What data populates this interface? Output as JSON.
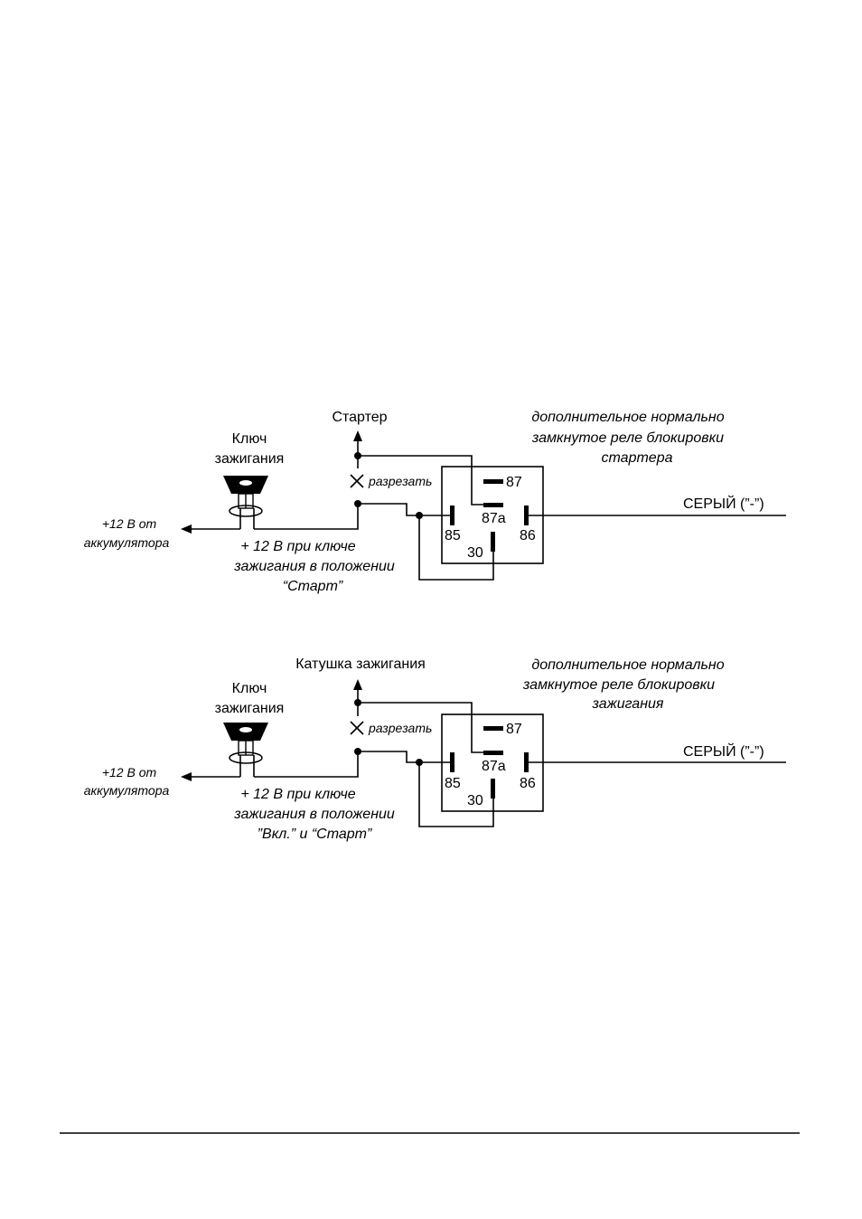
{
  "diagram1": {
    "key_label_1": "Ключ",
    "key_label_2": "зажигания",
    "battery_1": "+12 В от",
    "battery_2": "аккумулятора",
    "target": "Стартер",
    "cut": "разрезать",
    "relay_desc_1": "дополнительное нормально",
    "relay_desc_2": "замкнутое реле блокировки",
    "relay_desc_3": "стартера",
    "note_1": "+ 12 В при ключе",
    "note_2": "зажигания в положении",
    "note_3": "“Старт”",
    "ground": "СЕРЫЙ (”-”)",
    "pins": {
      "p87": "87",
      "p87a": "87a",
      "p85": "85",
      "p86": "86",
      "p30": "30"
    }
  },
  "diagram2": {
    "key_label_1": "Ключ",
    "key_label_2": "зажигания",
    "battery_1": "+12 В от",
    "battery_2": "аккумулятора",
    "target": "Катушка зажигания",
    "cut": "разрезать",
    "relay_desc_1": "дополнительное нормально",
    "relay_desc_2": "замкнутое реле блокировки",
    "relay_desc_3": "зажигания",
    "note_1": "+ 12 В при ключе",
    "note_2": "зажигания в положении",
    "note_3": "”Вкл.” и “Старт”",
    "ground": "СЕРЫЙ (”-”)",
    "pins": {
      "p87": "87",
      "p87a": "87a",
      "p85": "85",
      "p86": "86",
      "p30": "30"
    }
  }
}
